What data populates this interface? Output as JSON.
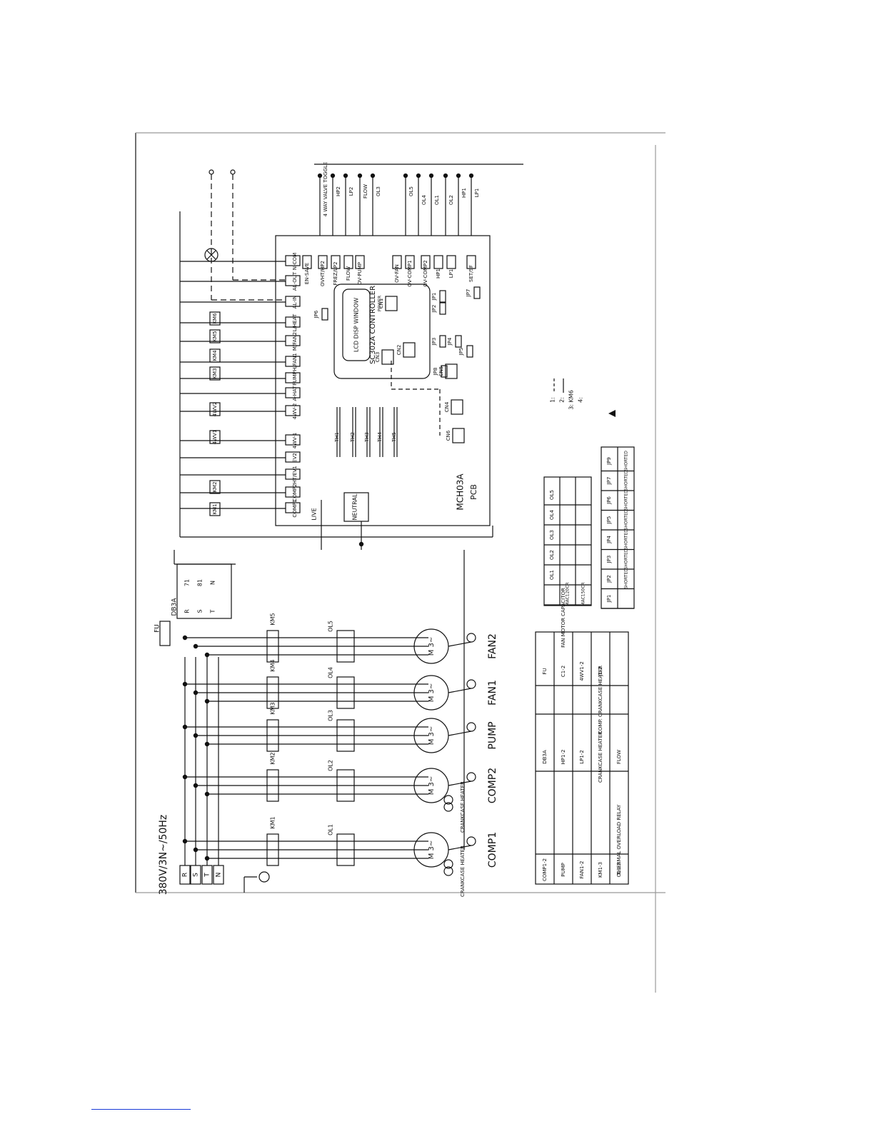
{
  "supply_label": "380V/3N~/50Hz",
  "phases": [
    "R",
    "S",
    "T",
    "N"
  ],
  "motors": [
    {
      "name": "COMP1",
      "contactor": "KM1",
      "overload": "OL1",
      "heater": "CRANKCASE HEATER"
    },
    {
      "name": "COMP2",
      "contactor": "KM2",
      "overload": "OL2",
      "heater": "CRANKCASE HEATER"
    },
    {
      "name": "PUMP",
      "contactor": "KM3",
      "overload": "OL3",
      "heater": ""
    },
    {
      "name": "FAN1",
      "contactor": "KM4",
      "overload": "OL4",
      "heater": ""
    },
    {
      "name": "FAN2",
      "contactor": "KM5",
      "overload": "OL5",
      "heater": ""
    }
  ],
  "motor_symbol": "M",
  "motor_sub": "3~",
  "fuse_label": "FU",
  "phase_relay": {
    "name": "DB3A",
    "pins": [
      "R",
      "S",
      "T",
      "71",
      "81",
      "N"
    ]
  },
  "board": {
    "name": "MCH03A",
    "sub": "PCB",
    "controller": "SC302A CONTROLLER",
    "display": "LCD DISP WINDOW",
    "power": "POWER",
    "outputs": [
      "COMP1",
      "COMP2",
      "HT/EV1",
      "EV2",
      "4WV-1",
      "4WV-2",
      "A-HAT",
      "PUMP",
      "H/FAN1",
      "M/FAN2",
      "L/HEAT",
      "AL-IN",
      "AL-OUT",
      "N-COM"
    ],
    "contactor_coils": [
      "KM1",
      "KM2",
      "4WV1",
      "4WV2",
      "KM3",
      "KM4",
      "KM5",
      "KM6"
    ],
    "inputs": [
      "EN-SAVE",
      "OVHT/HP2",
      "FREZ/LP2",
      "FLOW",
      "OV-PUMP",
      "OV-FAN",
      "OV-COMP1",
      "OV-COMP2",
      "HP1",
      "LP1",
      "SET/SF"
    ],
    "field_devices": [
      "4 WAY VALVE TOGGLE",
      "HP2",
      "LP2",
      "FLOW",
      "OL3",
      "OL5",
      "OL4",
      "OL1",
      "OL2",
      "HP1",
      "LP1"
    ],
    "thermistors": [
      "TH1",
      "TH2",
      "TH3",
      "TH4",
      "TH5"
    ],
    "connectors": [
      "CN1",
      "CN2",
      "CN3",
      "CN4",
      "CN5",
      "CN6"
    ],
    "jumpers": [
      "JP1",
      "JP2",
      "JP3",
      "JP4",
      "JP5",
      "JP6",
      "JP7",
      "JP8"
    ],
    "live": "LIVE",
    "neutral": "NEUTRAL"
  },
  "legend": [
    "1:",
    "2:",
    "3:  KM6",
    "4:"
  ],
  "ol_table": {
    "headers": [
      "",
      "OL1",
      "OL2",
      "OL3",
      "OL4",
      "OL5"
    ],
    "rows": [
      [
        "MAC120CR",
        "",
        "",
        "",
        "",
        ""
      ],
      [
        "MAC150CR",
        "",
        "",
        "",
        "",
        ""
      ]
    ]
  },
  "jp_table": {
    "headers": [
      "JP1",
      "JP2",
      "JP3",
      "JP4",
      "JP5",
      "JP6",
      "JP7",
      "JP9"
    ],
    "values": [
      "",
      "SHORTED",
      "SHORTED",
      "SHORTED",
      "SHORTED",
      "SHORTED",
      "SHORTED",
      "SHORTED"
    ]
  },
  "parts_table": {
    "rows": [
      [
        "COMP1-2",
        "",
        "DB3A",
        "",
        "FU",
        ""
      ],
      [
        "PUMP",
        "",
        "HP1-2",
        "",
        "C1-2",
        "FAN MOTOR CAPACITOR"
      ],
      [
        "FAN1-2",
        "",
        "LP1-2",
        "",
        "4WV1-2",
        ""
      ],
      [
        "KM1-3",
        "",
        "CRANKCASE HEATER",
        "COMP. CRANKCASE HEATER",
        "J1-2",
        ""
      ],
      [
        "OL1-3",
        "THERMAL OVERLOAD RELAY",
        "FLOW",
        "",
        "",
        ""
      ]
    ]
  }
}
